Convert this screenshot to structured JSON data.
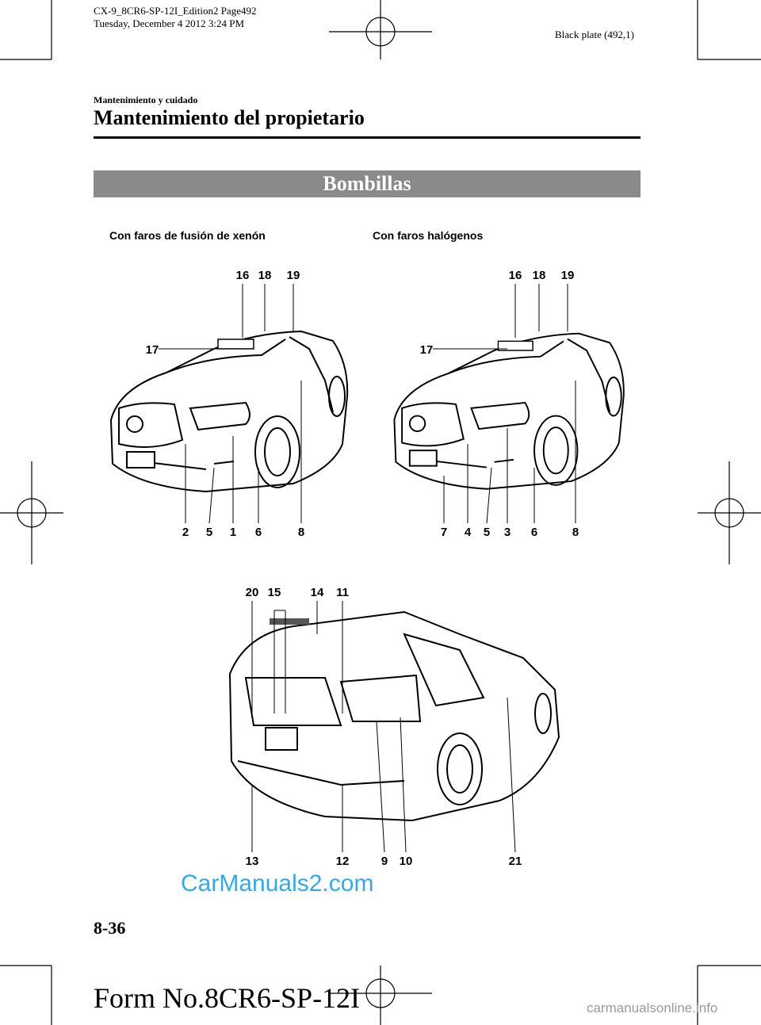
{
  "print_header": {
    "line1": "CX-9_8CR6-SP-12I_Edition2 Page492",
    "line2": "Tuesday, December 4 2012 3:24 PM",
    "plate": "Black plate (492,1)"
  },
  "section_label": "Mantenimiento y cuidado",
  "chapter_title": "Mantenimiento del propietario",
  "band_title": "Bombillas",
  "captions": {
    "xenon": "Con faros de fusión de xenón",
    "halogen": "Con faros halógenos"
  },
  "callouts": {
    "xenon_top": [
      "16",
      "18",
      "19"
    ],
    "xenon_side": "17",
    "xenon_bottom": [
      "2",
      "5",
      "1",
      "6",
      "8"
    ],
    "halogen_top": [
      "16",
      "18",
      "19"
    ],
    "halogen_side": "17",
    "halogen_bottom": [
      "7",
      "4",
      "5",
      "3",
      "6",
      "8"
    ],
    "rear_top": [
      "20",
      "15",
      "14",
      "11"
    ],
    "rear_bottom": [
      "13",
      "12",
      "9",
      "10",
      "21"
    ]
  },
  "page_number": "8-36",
  "form_number": "Form No.8CR6-SP-12I",
  "watermark": "CarManuals2.com",
  "watermark_footer": "carmanualsonline.info"
}
